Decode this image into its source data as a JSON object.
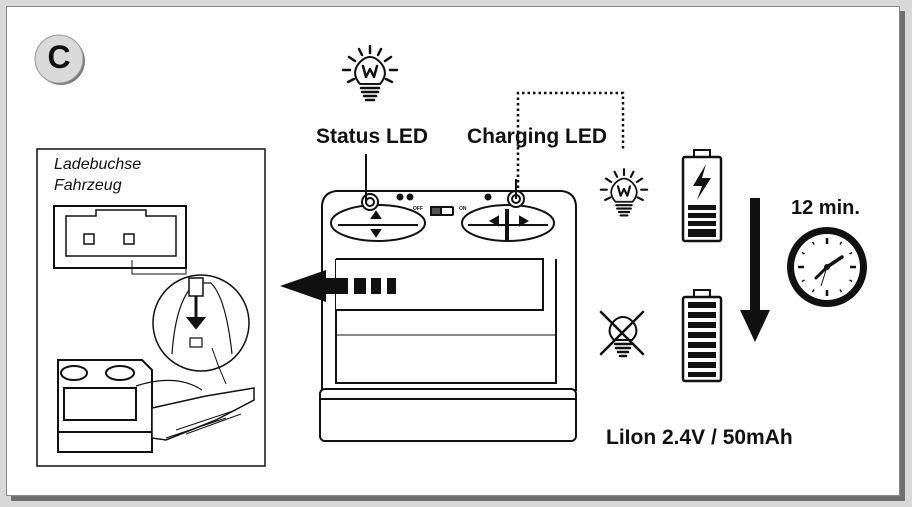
{
  "panel": {
    "step_letter": "C",
    "status_led_label": "Status LED",
    "charging_led_label": "Charging LED",
    "time_label": "12 min.",
    "battery_spec": "LiIon 2.4V / 50mAh",
    "switch_off": "OFF",
    "switch_on": "ON"
  },
  "inset": {
    "line1": "Ladebuchse",
    "line2": "Fahrzeug"
  },
  "icons": {
    "status_led": "lightbulb-w-icon",
    "charging_led_on": "lightbulb-w-icon",
    "charging_led_off": "lightbulb-crossed-icon",
    "battery_charging": "battery-charging-icon",
    "battery_full": "battery-full-icon",
    "clock": "clock-icon",
    "arrow": "arrow-down-icon"
  }
}
